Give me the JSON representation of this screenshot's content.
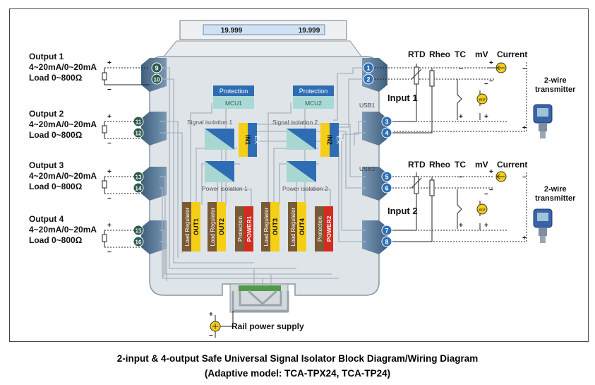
{
  "display": {
    "value1": "19.999",
    "value2": "19.999"
  },
  "outputs": [
    {
      "title": "Output 1",
      "range": "4~20mA/0~20mA",
      "load": "Load 0~800Ω",
      "terms": [
        "9",
        "10"
      ]
    },
    {
      "title": "Output 2",
      "range": "4~20mA/0~20mA",
      "load": "Load 0~800Ω",
      "terms": [
        "11",
        "12"
      ]
    },
    {
      "title": "Output 3",
      "range": "4~20mA/0~20mA",
      "load": "Load 0~800Ω",
      "terms": [
        "13",
        "14"
      ]
    },
    {
      "title": "Output 4",
      "range": "4~20mA/0~20mA",
      "load": "Load 0~800Ω",
      "terms": [
        "15",
        "16"
      ]
    }
  ],
  "input_terms": [
    "1",
    "2",
    "3",
    "4",
    "5",
    "6",
    "7",
    "8"
  ],
  "inputs": [
    {
      "label": "Input 1",
      "usb": "USB1"
    },
    {
      "label": "Input 2",
      "usb": "USB2"
    }
  ],
  "sensor_headers": {
    "rtd": "RTD",
    "rheo": "Rheo",
    "tc": "TC",
    "mv": "mV",
    "current": "Current"
  },
  "transmitter_label": [
    "2-wire",
    "transmitter"
  ],
  "mv_symbol": "mV",
  "plus": "+",
  "minus": "−",
  "blocks": {
    "protection": "Protection",
    "mcu1": "MCU1",
    "mcu2": "MCU2",
    "sig_iso1": "Signal isolation 1",
    "sig_iso2": "Signal isolation 2",
    "pwr_iso1": "Power isolation 1",
    "pwr_iso2": "Power isolation 2",
    "in1": "IN1",
    "in2": "IN2",
    "ex": "EX",
    "load_regulator": "Load Regulator",
    "out1": "OUT1",
    "out2": "OUT2",
    "out3": "OUT3",
    "out4": "OUT4",
    "power1": "POWER1",
    "power2": "POWER2"
  },
  "rail_power": "Rail power supply",
  "caption": {
    "line1": "2-input & 4-output Safe Universal Signal Isolator Block Diagram/Wiring Diagram",
    "line2": "(Adaptive model: TCA-TPX24, TCA-TP24)"
  },
  "colors": {
    "housing": "#dfe4e8",
    "terminal": "#5b7a96",
    "terminal_num": "#2d6fb7",
    "out_terminal_num": "#2d5a4e",
    "protection_blue": "#2e6db4",
    "mcu_teal": "#a9d9d7",
    "iso_teal": "#a8d7d2",
    "yellow": "#f5cf16",
    "brown": "#7b5a36",
    "red": "#d52b1e",
    "wire": "#a8b3bd"
  }
}
